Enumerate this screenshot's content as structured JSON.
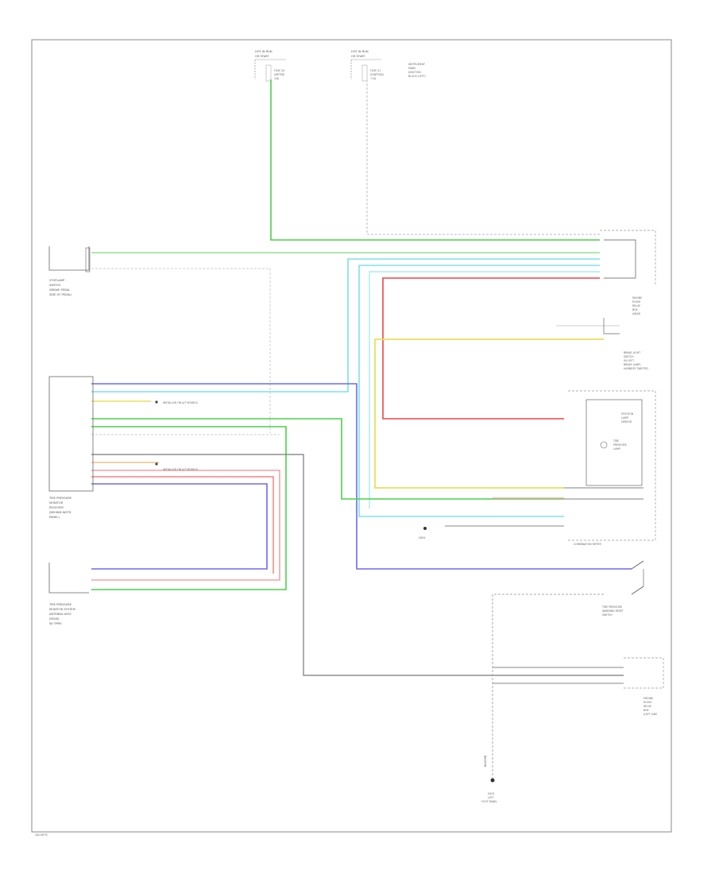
{
  "diagram": {
    "fuse_box_left": [
      "HOT IN RUN",
      "OR START"
    ],
    "fuse_box_left_fuse": [
      "FUSE 20",
      "(METER)",
      "10A"
    ],
    "fuse_box_right": [
      "HOT IN RUN",
      "OR START"
    ],
    "fuse_box_right_fuse": [
      "FUSE 21",
      "(IGNITION)",
      "7.5A"
    ],
    "fuse_box_right_desc": [
      "INSTRUMENT",
      "PANEL",
      "JUNCTION",
      "BLOCK (LEFT)"
    ],
    "stoplamp_switch": [
      "STOPLAMP",
      "SWITCH",
      "(BRAKE PEDAL",
      "SIDE OF PEDAL)"
    ],
    "tpms_receiver": [
      "TIRE PRESSURE",
      "MONITOR",
      "RECEIVER",
      "(BEHIND INSTR.",
      "PANEL)"
    ],
    "tpms_left_note": "INSTALLED ON A/T MODELS",
    "tpms_antenna": [
      "TIRE PRESSURE",
      "MONITOR SYSTEM",
      "ANTENNA ASSY",
      "(REAR)",
      "W/ TPMS"
    ],
    "engine_room_top": [
      "ENGINE",
      "ROOM",
      "RELAY",
      "BOX",
      "(NEAR"
    ],
    "brake_light": [
      "BRAKE LIGHT",
      "SWITCH",
      "(IN LEFT",
      "BRAKE LAMP)",
      "HARNESS TWISTED"
    ],
    "combination_meter": "COMBINATION METER",
    "meter_inner": [
      "POSITION",
      "LAMP",
      "SENSOR"
    ],
    "tpms_module_label": [
      "TIRE",
      "PRESSURE",
      "LAMP"
    ],
    "tpms_reset_switch": [
      "TIRE PRESSURE",
      "WARNING RESET",
      "SWITCH"
    ],
    "lower_right": [
      "ENGINE",
      "ROOM",
      "RELAY",
      "BOX",
      "(LEFT SIDE"
    ],
    "ground_label": [
      "G401",
      "LEFT",
      "FOOT PANEL"
    ],
    "ground_wire": "BLK/GRN",
    "gnd_tag": "G601",
    "footer_id": "C8C05FTC"
  },
  "colors": {
    "green": "#4ad14a",
    "lightgreen": "#8fe38f",
    "cyan": "#7fe0ea",
    "red": "#ee4444",
    "pink": "#f3a3a3",
    "yellow": "#e8e05a",
    "blue": "#6b6bf0",
    "grey": "#777777",
    "frame": "#888888"
  }
}
